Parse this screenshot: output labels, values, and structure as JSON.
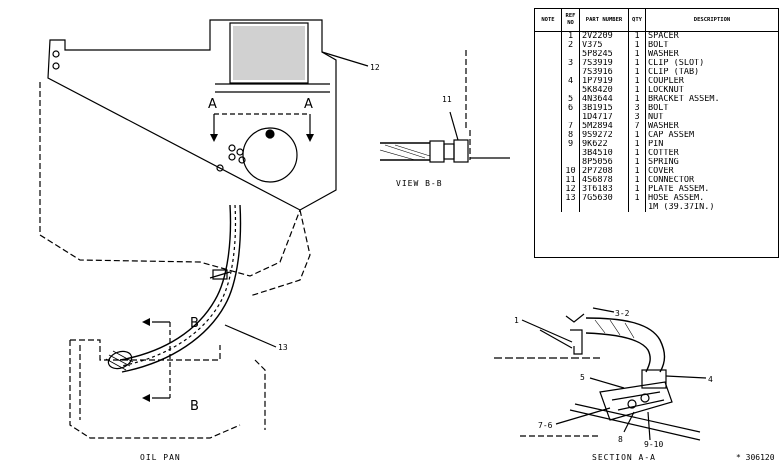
{
  "table": {
    "headers": {
      "note": "NOTE",
      "ref": "REF NO",
      "part": "PART NUMBER",
      "qty": "QTY",
      "desc": "DESCRIPTION"
    },
    "rows": [
      {
        "ref": "1",
        "part": "2V2209",
        "qty": "1",
        "desc": "SPACER"
      },
      {
        "ref": "2",
        "part": "V375",
        "qty": "1",
        "desc": "BOLT"
      },
      {
        "ref": "",
        "part": "5P8245",
        "qty": "1",
        "desc": "WASHER"
      },
      {
        "ref": "3",
        "part": "7S3919",
        "qty": "1",
        "desc": "CLIP  (SLOT)"
      },
      {
        "ref": "",
        "part": "7S3916",
        "qty": "1",
        "desc": "CLIP  (TAB)"
      },
      {
        "ref": "4",
        "part": "1P7919",
        "qty": "1",
        "desc": "COUPLER"
      },
      {
        "ref": "",
        "part": "5K8420",
        "qty": "1",
        "desc": "LOCKNUT"
      },
      {
        "ref": "5",
        "part": "4N3644",
        "qty": "1",
        "desc": "BRACKET  ASSEM."
      },
      {
        "ref": "6",
        "part": "3B1915",
        "qty": "3",
        "desc": "BOLT"
      },
      {
        "ref": "",
        "part": "1D4717",
        "qty": "3",
        "desc": "NUT"
      },
      {
        "ref": "7",
        "part": "5M2894",
        "qty": "7",
        "desc": "WASHER"
      },
      {
        "ref": "8",
        "part": "9S9272",
        "qty": "1",
        "desc": "CAP  ASSEM"
      },
      {
        "ref": "9",
        "part": "9K622",
        "qty": "1",
        "desc": "PIN"
      },
      {
        "ref": "",
        "part": "3B4510",
        "qty": "1",
        "desc": "COTTER"
      },
      {
        "ref": "",
        "part": "8P5056",
        "qty": "1",
        "desc": "SPRING"
      },
      {
        "ref": "10",
        "part": "2P7208",
        "qty": "1",
        "desc": "COVER"
      },
      {
        "ref": "11",
        "part": "4S6878",
        "qty": "1",
        "desc": "CONNECTOR"
      },
      {
        "ref": "12",
        "part": "3T6183",
        "qty": "1",
        "desc": "PLATE  ASSEM."
      },
      {
        "ref": "13",
        "part": "7G5630",
        "qty": "1",
        "desc": "HOSE  ASSEM."
      },
      {
        "ref": "",
        "part": "",
        "qty": "",
        "desc": "1M  (39.37IN.)"
      }
    ]
  },
  "callouts": {
    "c1": "1",
    "c3_2": "3-2",
    "c4": "4",
    "c5": "5",
    "c7_6": "7-6",
    "c8": "8",
    "c9_10": "9-10",
    "c11": "11",
    "c12": "12",
    "c13": "13"
  },
  "section_letters": {
    "a_left": "A",
    "a_right": "A",
    "b_top": "B",
    "b_bottom": "B"
  },
  "captions": {
    "view_bb": "VIEW B-B",
    "section_aa": "SECTION A-A",
    "oil_pan": "OIL PAN",
    "illus_no": "* 306120"
  }
}
